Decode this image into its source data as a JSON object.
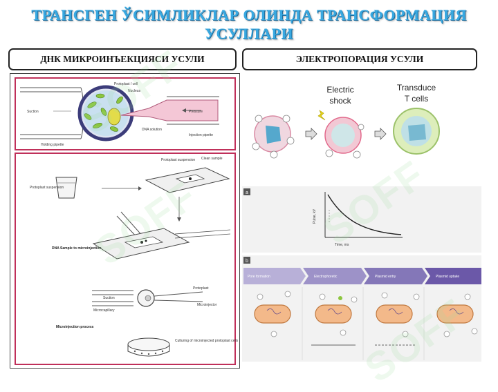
{
  "page": {
    "title_line1": "ТРАНСГЕН ЎСИМЛИКЛАР ОЛИНДА ТРАНСФОРМАЦИЯ",
    "title_line2": "УСУЛЛАРИ",
    "left_header": "ДНК МИКРОИНЪЕКЦИЯСИ УСУЛИ",
    "right_header": "ЭЛЕКТРОПОРАЦИЯ УСУЛИ",
    "watermark": "SOFF"
  },
  "microinjection": {
    "top": {
      "protoplast_cell": "Protoplast / cell",
      "nucleus": "Nucleus",
      "suction": "Suction",
      "dna_solution": "DNA solution",
      "pressure": "Pressure",
      "injection_pipette": "Injection pipette",
      "holding_pipette": "Holding pipette"
    },
    "bottom": {
      "protoplast_suspension_a": "Protoplast suspension",
      "protoplast_suspension_b": "Protoplast suspension",
      "clean_sample": "Clean sample",
      "dna_sample": "DNA Sample to microinjection",
      "suction": "Suction",
      "protoplast": "Protoplast",
      "microcapillary": "Microcapillary",
      "microinjector": "Microinjector",
      "microinjection_process": "Microinjection process",
      "culturing": "Culturing of microinjected protoplast cells"
    }
  },
  "electroporation": {
    "electric_shock_1": "Electric",
    "electric_shock_2": "shock",
    "transduce_1": "Transduce",
    "transduce_2": "T cells",
    "panel_a_label": "a",
    "panel_b_label": "b",
    "graph_ylabel": "Pulse, kV",
    "graph_xlabel": "Time, ms",
    "step1": "Pore formation",
    "step2": "Electrophoretic",
    "step3": "Plasmid entry",
    "step4": "Plasmid uptake"
  },
  "colors": {
    "title": "#38a8e0",
    "frame": "#c0305a",
    "arrow_band": "#6b58a8",
    "cell_fill": "#f3b98a"
  }
}
